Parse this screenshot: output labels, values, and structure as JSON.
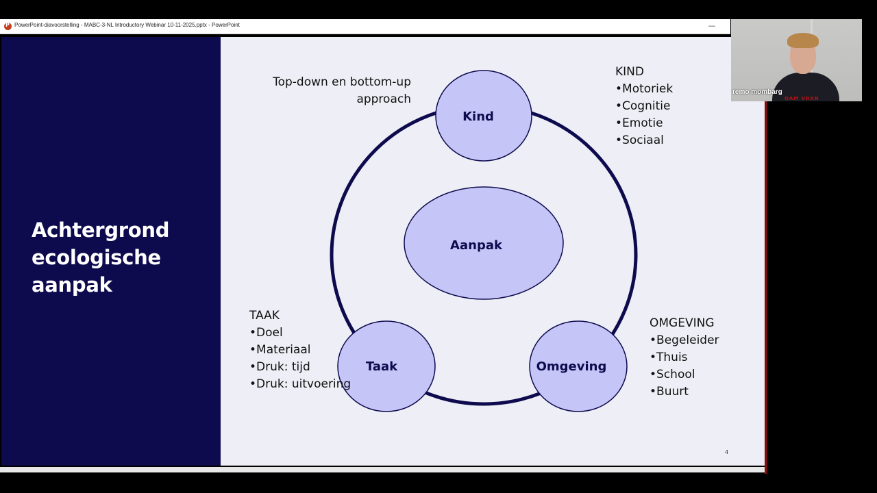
{
  "window": {
    "title": "PowerPoint-diavoorstelling  -  MABC-3-NL Introductory Webinar 10-11-2025.pptx  -  PowerPoint",
    "minimize_glyph": "—"
  },
  "slide": {
    "heading_lines": [
      "Achtergrond",
      "ecologische",
      "aanpak"
    ],
    "approach_lines": [
      "Top-down en bottom-up",
      "approach"
    ],
    "nodes": {
      "kind": "Kind",
      "aanpak": "Aanpak",
      "taak": "Taak",
      "omgeving": "Omgeving"
    },
    "kind_block": {
      "title": "KIND",
      "items": [
        "•Motoriek",
        "•Cognitie",
        "•Emotie",
        "•Sociaal"
      ]
    },
    "taak_block": {
      "title": "TAAK",
      "items": [
        "•Doel",
        "•Materiaal",
        "•Druk: tijd",
        "•Druk: uitvoering"
      ]
    },
    "omgeving_block": {
      "title": "OMGEVING",
      "items": [
        "•Begeleider",
        "•Thuis",
        "•School",
        "•Buurt"
      ]
    },
    "slide_number": "4",
    "colors": {
      "left_panel": "#0d0b4d",
      "node_fill": "#c6c5f7",
      "ring": "#0d0b4d",
      "slide_background": "#eeeef6"
    }
  },
  "webcam": {
    "participant_name": "remo mombarg",
    "shirt_text": "OAM   VRAN"
  }
}
